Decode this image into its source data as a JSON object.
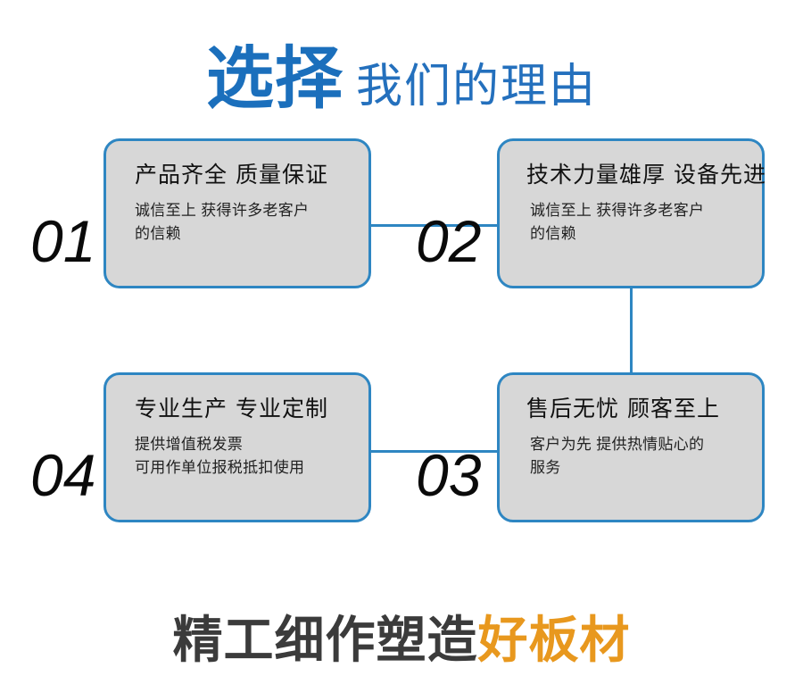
{
  "header": {
    "main_text": "选择",
    "sub_text": "我们的理由",
    "main_color": "#1b6fbc",
    "sub_color": "#2470bd"
  },
  "theme": {
    "accent_blue": "#2e86c2",
    "card_fill": "#d7d7d7",
    "accent_orange": "#e8981e",
    "title_color": "#111111",
    "body_color": "#222222",
    "background": "#ffffff"
  },
  "cards": [
    {
      "number": "01",
      "title": "产品齐全 质量保证",
      "body_line1": "诚信至上 获得许多老客户",
      "body_line2": "的信赖"
    },
    {
      "number": "02",
      "title": "技术力量雄厚 设备先进",
      "body_line1": "诚信至上 获得许多老客户",
      "body_line2": "的信赖"
    },
    {
      "number": "03",
      "title": "售后无忧 顾客至上",
      "body_line1": "客户为先 提供热情贴心的",
      "body_line2": "服务"
    },
    {
      "number": "04",
      "title": "专业生产 专业定制",
      "body_line1": "提供增值税发票",
      "body_line2": "可用作单位报税抵扣使用"
    }
  ],
  "footer": {
    "text_dark": "精工细作塑造",
    "text_accent": "好板材"
  }
}
